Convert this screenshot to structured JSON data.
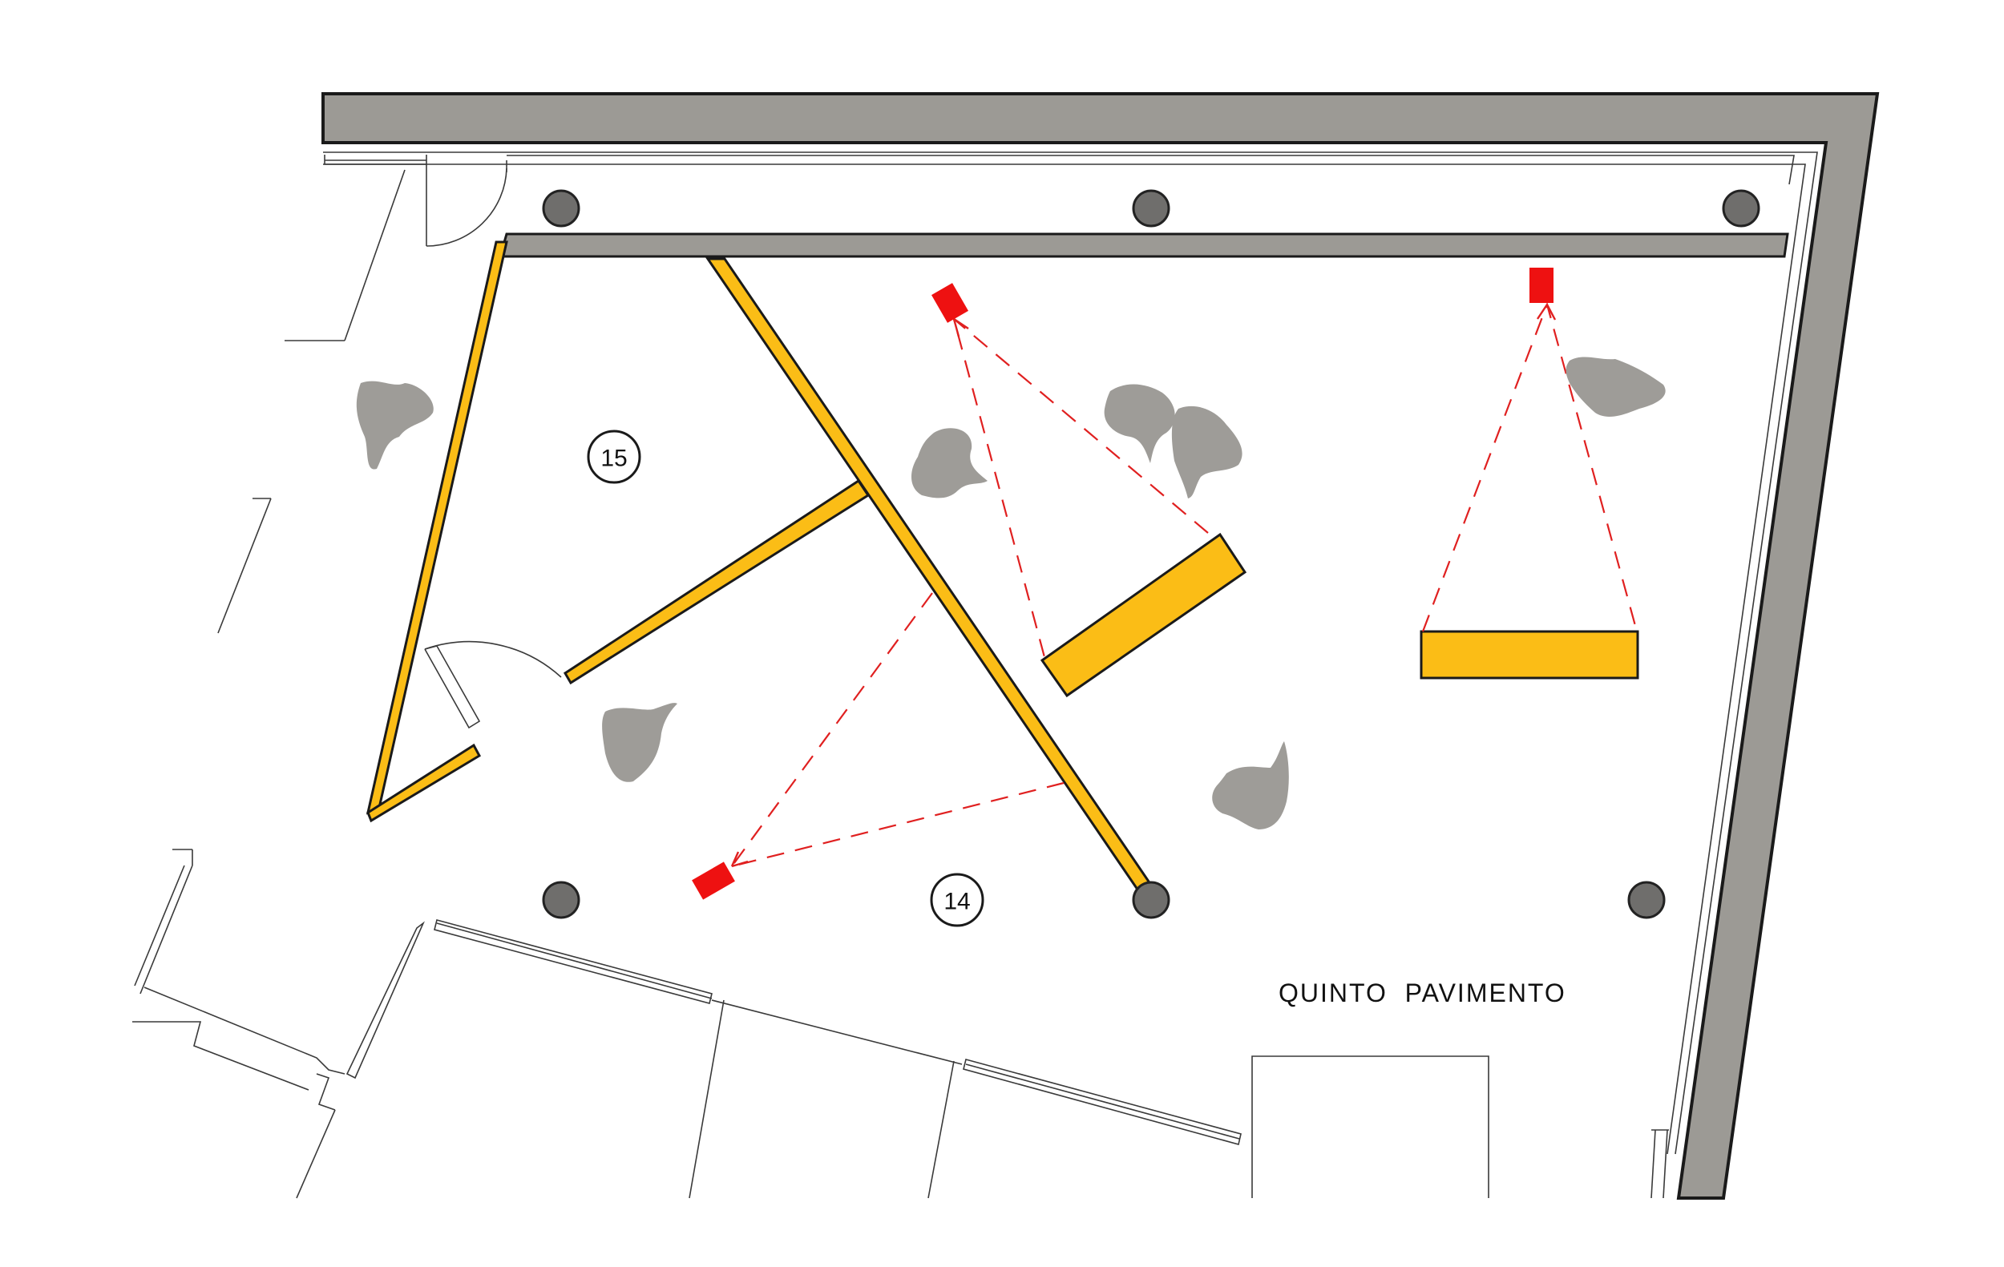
{
  "floor_label": "QUINTO  PAVIMENTO",
  "rooms": [
    {
      "number": "15"
    },
    {
      "number": "14"
    }
  ],
  "colors": {
    "wall": "#9c9a95",
    "partition": "#fbbd16",
    "projector": "#ee1111",
    "projection_ray": "#e02020",
    "rock": "#9e9c98",
    "column": "#6f6e6c",
    "line": "#1a1a1a"
  },
  "icons": [
    "column-icon",
    "projector-icon",
    "rock-sculpture-icon"
  ]
}
